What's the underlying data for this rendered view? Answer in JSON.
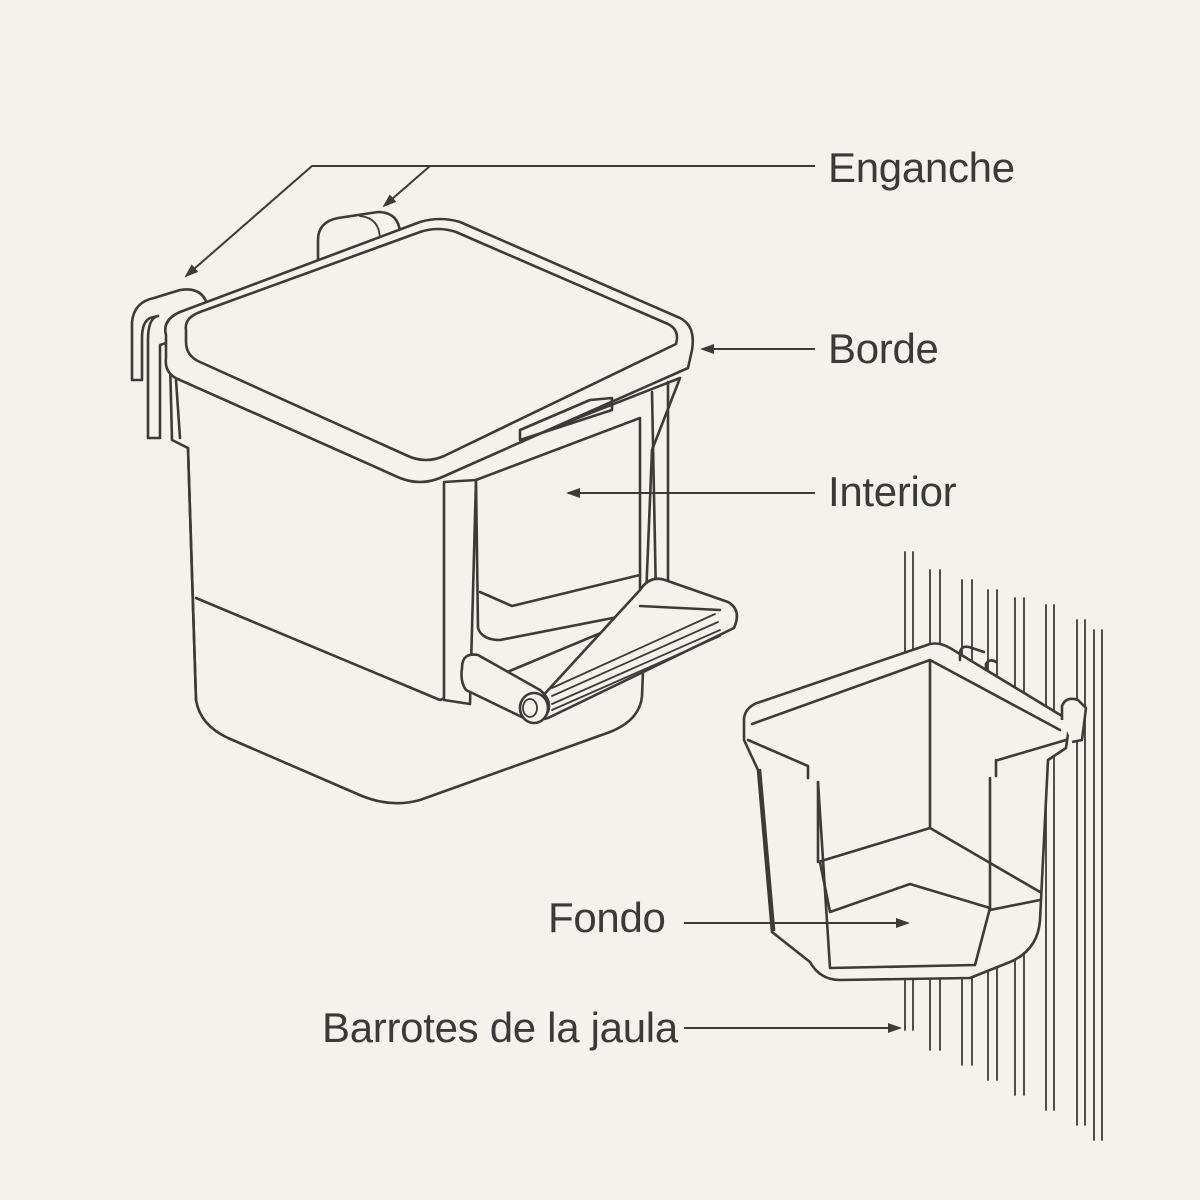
{
  "labels": {
    "enganche": "Enganche",
    "borde": "Borde",
    "interior": "Interior",
    "fondo": "Fondo",
    "barrotes": "Barrotes de la jaula"
  },
  "colors": {
    "background": "#f3f2ed",
    "line": "#3b3b38",
    "text": "#3a3a38"
  }
}
